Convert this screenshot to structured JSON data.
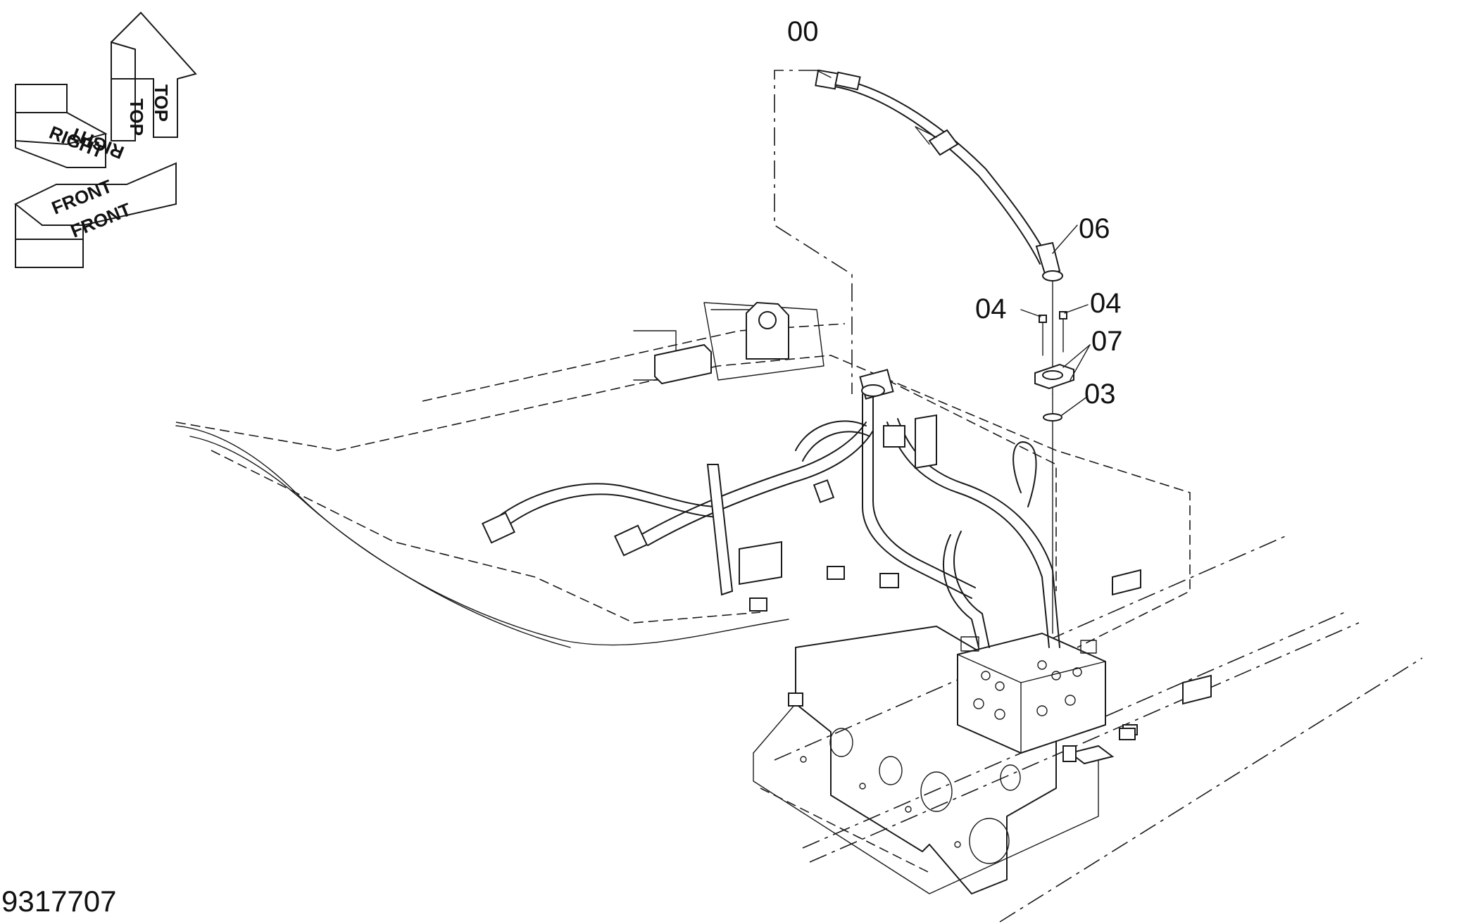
{
  "orientation": {
    "top": "TOP",
    "right": "RIGHT",
    "front": "FRONT"
  },
  "callouts": [
    "00",
    "06",
    "04",
    "04",
    "07",
    "03"
  ],
  "drawing_number": "9317707"
}
